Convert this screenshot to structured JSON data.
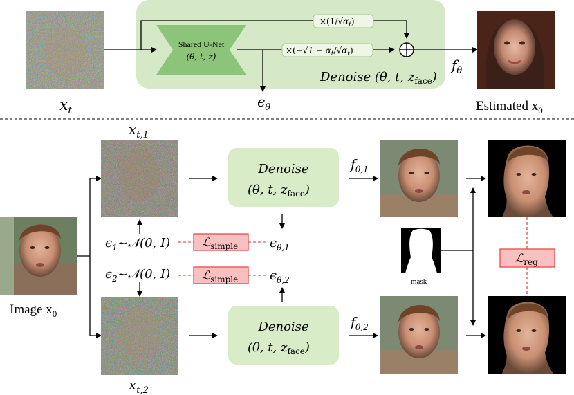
{
  "colors": {
    "green_panel": "#d6e9c6",
    "green_unet": "#8cc47a",
    "green_box": "#d8ecc8",
    "loss_fill": "#f8c0c0",
    "loss_stroke": "#e84a4a",
    "dashed_red": "#e03030",
    "arrow": "#000000"
  },
  "top": {
    "x_t": "x",
    "x_t_sub": "t",
    "unet_line1": "Shared U-Net",
    "unet_line2": "(θ, t, z)",
    "scale1": "×(1/√ᾱt)",
    "scale1_pre": "×(1/",
    "scale1_sqrt": "α",
    "scale1_sub": "t",
    "scale1_post": ")",
    "scale2_pre": "×(−",
    "scale2_mid": "1 − α",
    "scale2_sub": "t",
    "scale2_div": "/",
    "scale2_alpha": "α",
    "scale2_post": ")",
    "eps_theta": "ϵ",
    "eps_theta_sub": "θ",
    "denoise": "Denoise (θ, t, z",
    "denoise_sub": "face",
    "denoise_close": ")",
    "f_theta": "f",
    "f_theta_sub": "θ",
    "estimated": "Estimated x",
    "estimated_sub": "0"
  },
  "bottom": {
    "image_x0": "Image x",
    "image_x0_sub": "0",
    "xt1": "x",
    "xt1_sub": "t,1",
    "xt2": "x",
    "xt2_sub": "t,2",
    "denoise1_line1": "Denoise",
    "denoise1_line2": "(θ, t, z",
    "denoise1_sub": "face",
    "denoise1_close": ")",
    "denoise2_line1": "Denoise",
    "denoise2_line2": "(θ, t, z",
    "denoise2_sub": "face",
    "denoise2_close": ")",
    "eps1": "ϵ",
    "eps1_sub": "1",
    "eps1_rest": "~𝒩(0, I)",
    "eps2": "ϵ",
    "eps2_sub": "2",
    "eps2_rest": "~𝒩(0, I)",
    "loss_simple": "ℒ",
    "loss_simple_sub": "simple",
    "eps_theta1": "ϵ",
    "eps_theta1_sub": "θ,1",
    "eps_theta2": "ϵ",
    "eps_theta2_sub": "θ,2",
    "f_theta1": "f",
    "f_theta1_sub": "θ,1",
    "f_theta2": "f",
    "f_theta2_sub": "θ,2",
    "mask": "mask",
    "loss_reg": "ℒ",
    "loss_reg_sub": "reg"
  }
}
